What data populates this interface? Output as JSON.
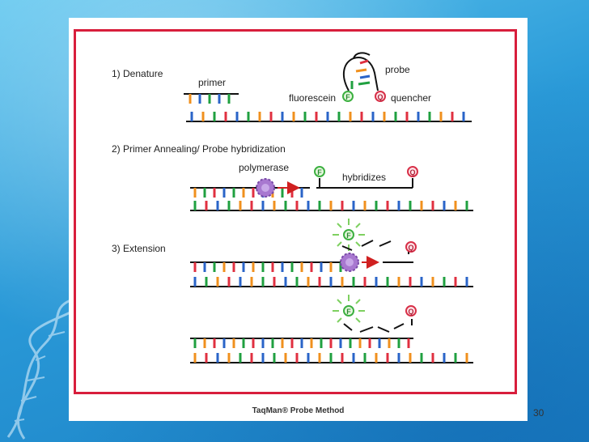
{
  "steps": {
    "denature": "1) Denature",
    "annealing": "2) Primer Annealing/ Probe hybridization",
    "extension": "3) Extension"
  },
  "labels": {
    "primer": "primer",
    "probe": "probe",
    "fluorescein": "fluorescein",
    "quencher": "quencher",
    "polymerase": "polymerase",
    "hybridizes": "hybridizes",
    "f_marker": "F",
    "q_marker": "Q"
  },
  "caption": "TaqMan® Probe Method",
  "page_number": "30",
  "colors": {
    "frame": "#d81e3c",
    "base_blue": "#2a64c8",
    "base_orange": "#f0901e",
    "base_green": "#20a040",
    "base_red": "#e03040",
    "fluor_green": "#3cb040",
    "quencher_red": "#d83048",
    "polymerase_purple": "#9060c0",
    "arrow_red": "#d02020"
  }
}
